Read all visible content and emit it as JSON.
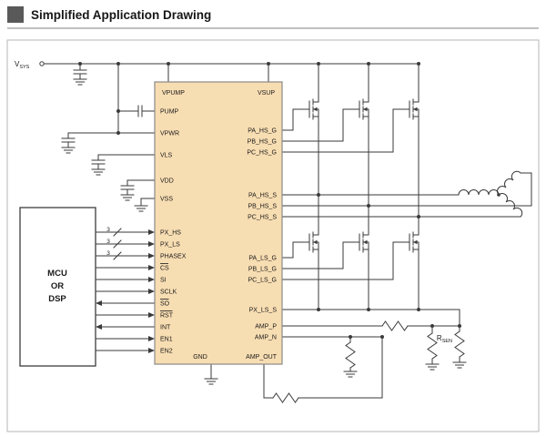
{
  "header": {
    "title": "Simplified Application Drawing"
  },
  "supply": {
    "net": "V",
    "net_sub": "SYS"
  },
  "mcu": {
    "line1": "MCU",
    "line2": "OR",
    "line3": "DSP"
  },
  "bus": {
    "width": "3"
  },
  "ic": {
    "top_left_pin": "VPUMP",
    "top_right_pin": "VSUP",
    "left_pins": [
      "PUMP",
      "VPWR",
      "VLS",
      "VDD",
      "VSS",
      "PX_HS",
      "PX_LS",
      "PHASEX",
      "CS",
      "SI",
      "SCLK",
      "SO",
      "RST",
      "INT",
      "EN1",
      "EN2"
    ],
    "right_pins": [
      "PA_HS_G",
      "PB_HS_G",
      "PC_HS_G",
      "PA_HS_S",
      "PB_HS_S",
      "PC_HS_S",
      "PA_LS_G",
      "PB_LS_G",
      "PC_LS_G",
      "PX_LS_S",
      "AMP_P",
      "AMP_N"
    ],
    "bottom_pins": [
      "GND",
      "AMP_OUT"
    ]
  },
  "sense": {
    "resistor": "R",
    "resistor_sub": "SEN"
  },
  "colors": {
    "ic_fill": "#f7ddb2",
    "ic_stroke": "#8a8a8a",
    "wire": "#3a3a3a",
    "header_square": "#595959"
  }
}
